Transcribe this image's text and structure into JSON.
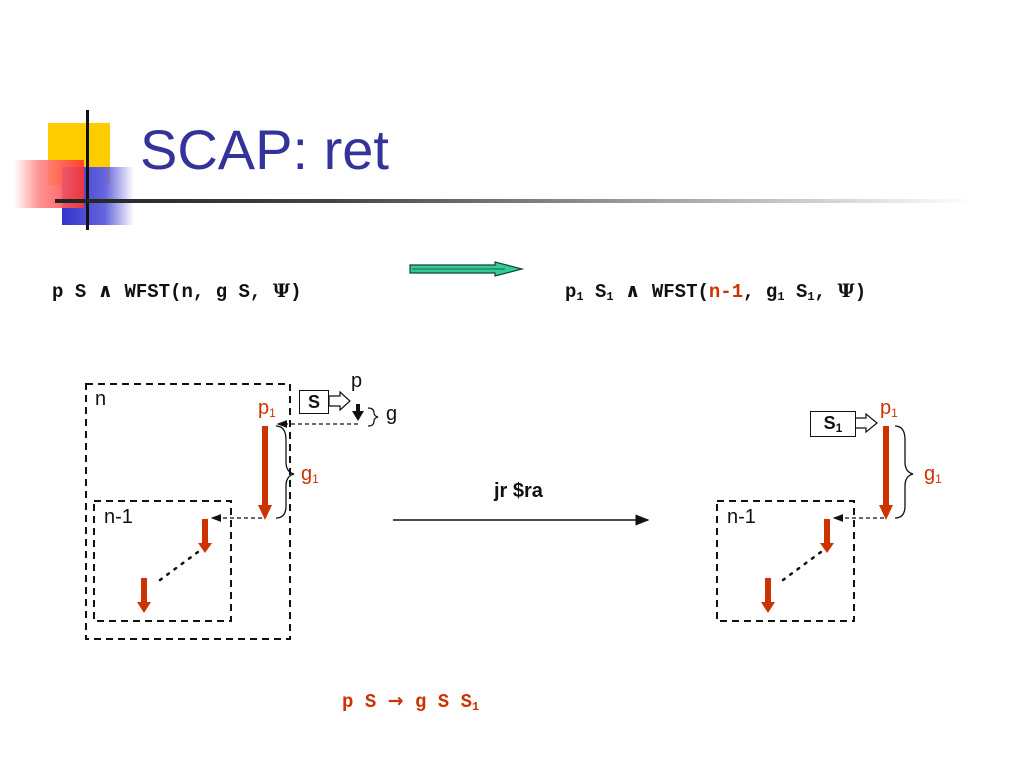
{
  "slide": {
    "title": "SCAP: ret",
    "formula_left": {
      "p": "p",
      "S": "S",
      "and": "∧",
      "wfst": "WFST(",
      "n": "n",
      "comma1": ", ",
      "g": "g",
      "S2": "S",
      "comma2": ", ",
      "psi": "Ψ",
      "close": ")"
    },
    "formula_right": {
      "p": "p",
      "p_sub": "1",
      "S": "S",
      "S_sub": "1",
      "and": "∧",
      "wfst": "WFST(",
      "n_minus_1": "n-1",
      "comma1": ", ",
      "g": "g",
      "g_sub": "1",
      "S2": "S",
      "S2_sub": "1",
      "comma2": ", ",
      "psi": "Ψ",
      "close": ")"
    },
    "left_diagram": {
      "outer_label": "n",
      "inner_label": "n-1",
      "p1": "p",
      "p1_sub": "1",
      "g1": "g",
      "g1_sub": "1",
      "S_box": "S",
      "p": "p",
      "g": "g"
    },
    "instruction": "jr $ra",
    "right_diagram": {
      "inner_label": "n-1",
      "S1_box": "S",
      "S1_sub": "1",
      "p1": "p",
      "p1_sub": "1",
      "g1": "g",
      "g1_sub": "1"
    },
    "bottom_formula": {
      "p": "p",
      "S": "S",
      "arrow": "→",
      "g": "g",
      "S2": "S",
      "S3": "S",
      "S3_sub": "1"
    },
    "colors": {
      "title": "#333399",
      "accent_red": "#cc3300",
      "implies_arrow": "#33cc99",
      "logo_yellow": "#ffcc00",
      "logo_blue": "#3333cc",
      "logo_red": "#ff3333"
    },
    "icons": {
      "logo": "slide-logo-squares",
      "implies": "double-arrow-icon"
    }
  }
}
